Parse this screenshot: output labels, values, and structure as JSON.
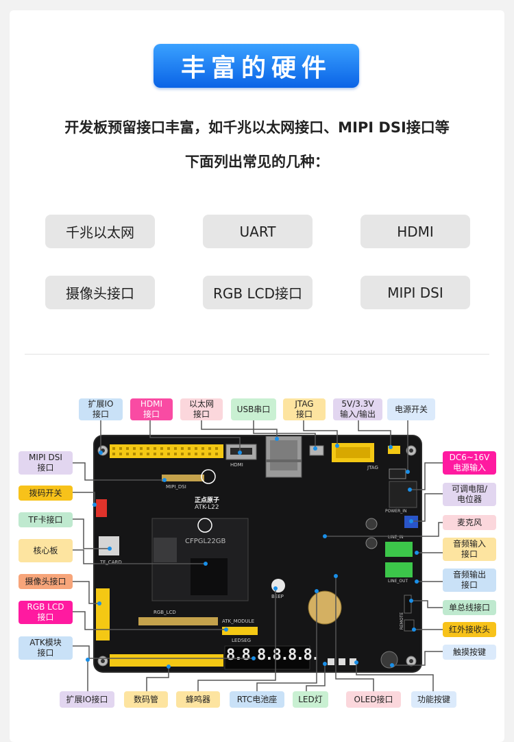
{
  "title": "丰富的硬件",
  "intro": {
    "line1": "开发板预留接口丰富，如千兆以太网接口、MIPI DSI接口等",
    "line2": "下面列出常见的几种："
  },
  "features": [
    "千兆以太网",
    "UART",
    "HDMI",
    "摄像头接口",
    "RGB LCD接口",
    "MIPI DSI"
  ],
  "board": {
    "logo": "正点原子",
    "model": "ATK-L22",
    "chip": "CFPGL22GB",
    "silk": {
      "mipi": "MIPI_DSI",
      "hdmi": "HDMI",
      "tf": "TF_CARD",
      "rgb": "RGB_LCD",
      "atk": "ATK_MODULE",
      "seg": "LEDSEG",
      "beep": "BEEP",
      "jtag": "JTAG",
      "power": "POWER_IN",
      "line_in": "LINE_IN",
      "line_out": "LINE_OUT",
      "remote": "REMOTE",
      "seg_digits": "8.8.8.8.8.8."
    }
  },
  "labels": {
    "top": [
      "扩展IO\n接口",
      "HDMI\n接口",
      "以太网\n接口",
      "USB串口",
      "JTAG\n接口",
      "5V/3.3V\n输入/输出",
      "电源开关"
    ],
    "left": [
      "MIPI DSI\n接口",
      "拨码开关",
      "TF卡接口",
      "核心板",
      "摄像头接口",
      "RGB LCD\n接口",
      "ATK模块\n接口"
    ],
    "right": [
      "DC6~16V\n电源输入",
      "可调电阻/\n电位器",
      "麦克风",
      "音频输入\n接口",
      "音频输出\n接口",
      "单总线接口",
      "红外接收头",
      "触摸按键"
    ],
    "bottom": [
      "扩展IO接口",
      "数码管",
      "蜂鸣器",
      "RTC电池座",
      "LED灯",
      "OLED接口",
      "功能按键"
    ]
  },
  "colors": {
    "title_blue": "#0a63e6",
    "header_yellow": "#f4c814",
    "board_black": "#151516"
  }
}
